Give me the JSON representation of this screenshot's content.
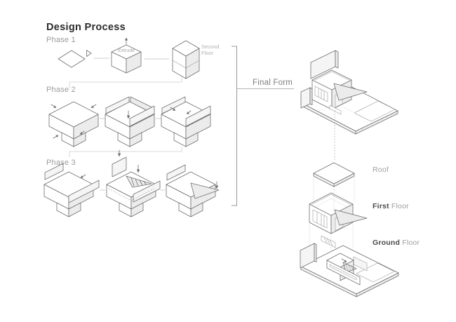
{
  "title": "Design Process",
  "phases": [
    {
      "label": "Phase 1"
    },
    {
      "label": "Phase 2"
    },
    {
      "label": "Phase 3"
    }
  ],
  "phase1": {
    "extrude_label": "Extrude",
    "second_floor_label": "Second\nFloor"
  },
  "final_form_label": "Final Form",
  "exploded": {
    "roof_label": "Roof",
    "first_floor": {
      "bold": "First",
      "light": " Floor"
    },
    "ground_floor": {
      "bold": "Ground",
      "light": " Floor"
    }
  },
  "colors": {
    "background": "#ffffff",
    "title_text": "#2d2d2d",
    "phase_label_text": "#9b9b9b",
    "annotation_text": "#a8a8a8",
    "floor_label_text": "#9e9e9e",
    "floor_label_emphasis": "#4b4b4b",
    "outline": "#6f6f6f",
    "light_connector": "#d9d9d9",
    "face_shade": "#ececec"
  }
}
